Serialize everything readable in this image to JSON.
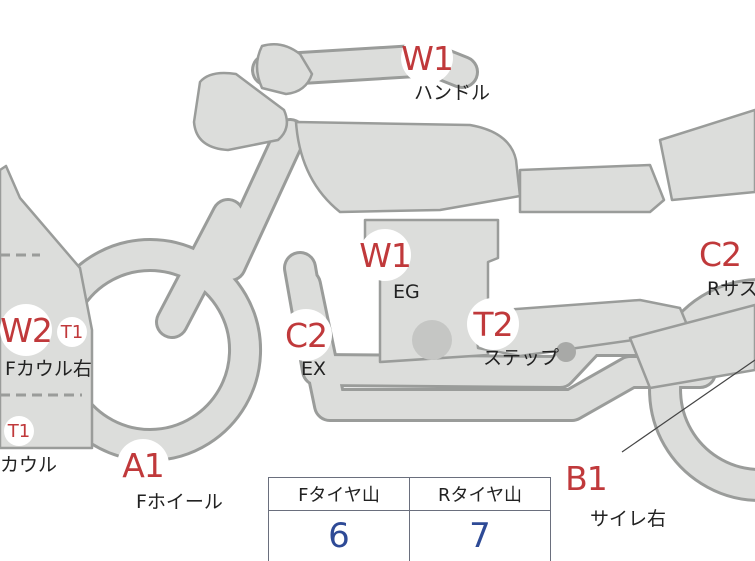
{
  "markers": {
    "handle": {
      "code": "W1",
      "label": "ハンドル"
    },
    "engine": {
      "code": "W1",
      "label": "EG"
    },
    "exhaust": {
      "code": "C2",
      "label": "EX"
    },
    "step": {
      "code": "T2",
      "label": "ステップ"
    },
    "rear_sus": {
      "code": "C2",
      "label": "Rサス"
    },
    "front_cowl_right": {
      "code": "W2",
      "sub": "T1",
      "label": "Fカウル右"
    },
    "cowl": {
      "code": "T1",
      "label": "カウル"
    },
    "front_wheel": {
      "code": "A1",
      "label": "Fホイール"
    },
    "silencer_right": {
      "code": "B1",
      "label": "サイレ右"
    }
  },
  "tire_table": {
    "headers": [
      "Fタイヤ山",
      "Rタイヤ山"
    ],
    "values": [
      "6",
      "7"
    ]
  },
  "colors": {
    "bike_fill": "#dcdddb",
    "bike_stroke": "#9a9c9a",
    "marker_text": "#c0393b",
    "value_text": "#2e4a96"
  }
}
